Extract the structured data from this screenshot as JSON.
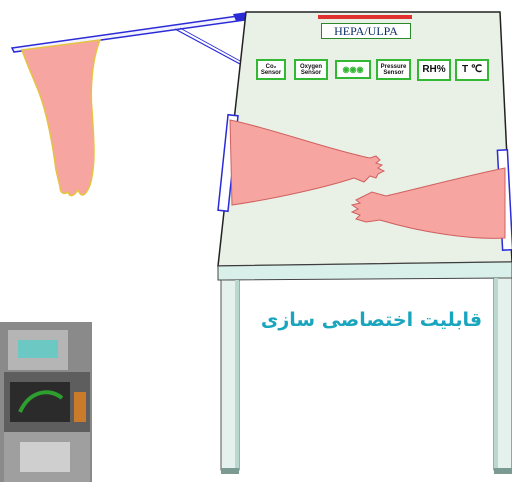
{
  "cabinet": {
    "filter_label": "HEPA/ULPA",
    "sensors": [
      {
        "id": "co2",
        "line1": "Co₂",
        "line2": "Sensor"
      },
      {
        "id": "oxygen",
        "line1": "Oxygen",
        "line2": "Sensor"
      },
      {
        "id": "indicators",
        "line1": "◉◉◉",
        "line2": ""
      },
      {
        "id": "pressure",
        "line1": "Pressure",
        "line2": "Sensor"
      },
      {
        "id": "rh",
        "line1": "RH%",
        "line2": ""
      },
      {
        "id": "temp",
        "line1": "T ℃",
        "line2": ""
      }
    ]
  },
  "caption": "قابلیت اختصاصی سازی",
  "colors": {
    "panel": "#e9f1e6",
    "glove": "#f6a5a0",
    "sensor_border": "#33b833",
    "caption": "#1aa5bf",
    "frame_blue": "#2b2bd8",
    "filter_bar": "#e03030"
  }
}
